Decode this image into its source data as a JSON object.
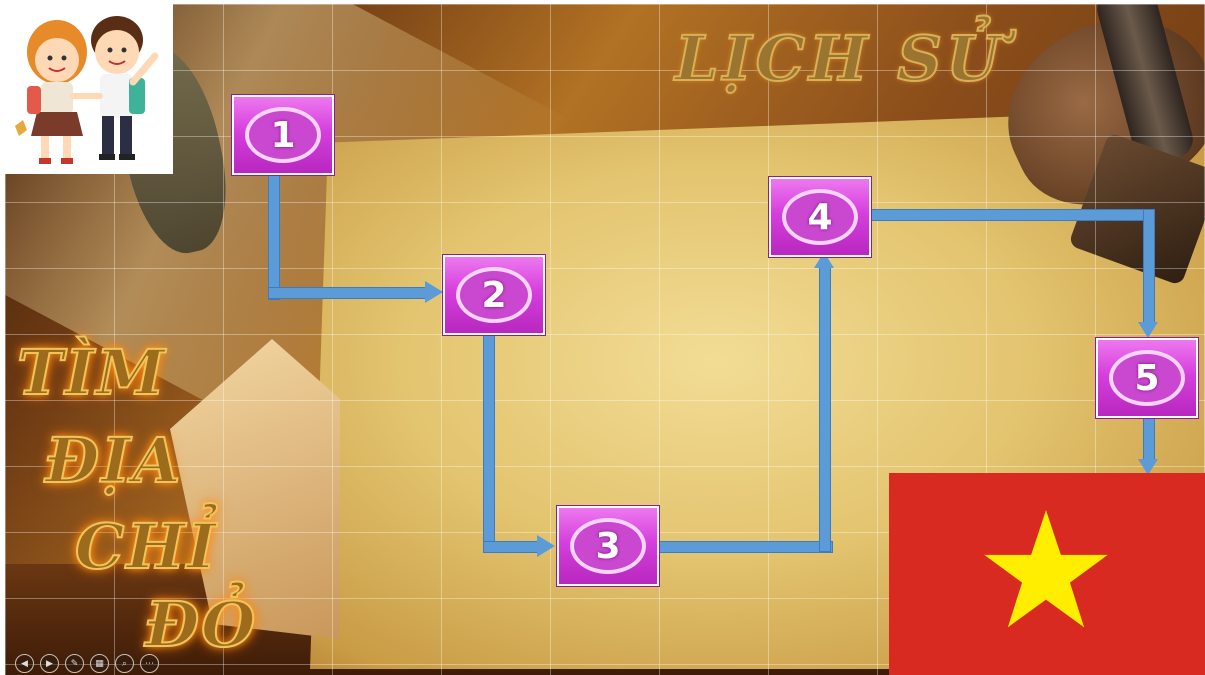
{
  "slide": {
    "title": "LỊCH SỬ",
    "side_words": [
      "TÌM",
      "ĐỊA",
      "CHỈ",
      "ĐỎ"
    ]
  },
  "steps": [
    {
      "label": "1"
    },
    {
      "label": "2"
    },
    {
      "label": "3"
    },
    {
      "label": "4"
    },
    {
      "label": "5"
    }
  ],
  "colors": {
    "step_fill": "#d63fdd",
    "arrow": "#5b9bd8",
    "flag_red": "#d82a20",
    "flag_star": "#ffee00"
  },
  "controls": [
    "prev-icon",
    "next-icon",
    "pen-icon",
    "slides-icon",
    "zoom-icon",
    "more-icon"
  ]
}
